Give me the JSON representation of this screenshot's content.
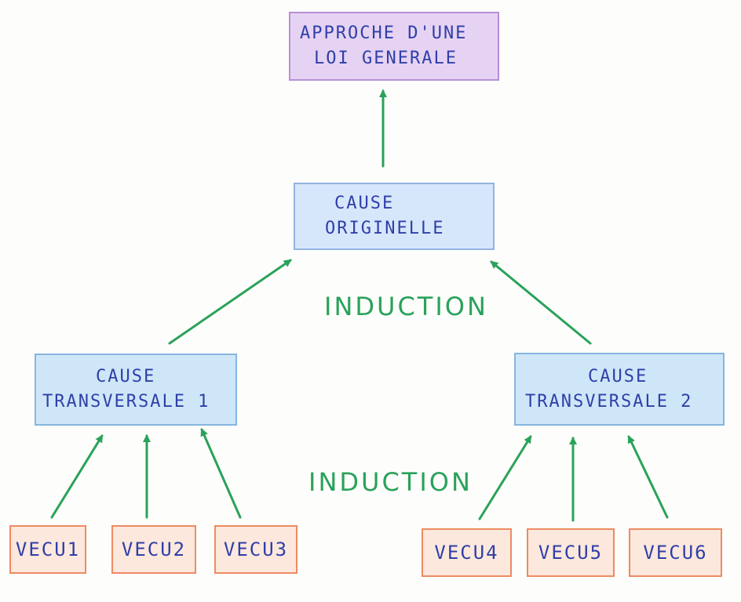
{
  "colors": {
    "arrow": "#2aa25a",
    "text": "#2f3fa8",
    "top_fill": "#e6d3f3",
    "mid_fill": "#d7e7fb",
    "cause_fill": "#cfe6f8",
    "leaf_fill": "#fde8dd",
    "leaf_border": "#ef8a62"
  },
  "nodes": {
    "top": {
      "line1": "APPROCHE D'UNE",
      "line2": "LOI GENERALE"
    },
    "origin": {
      "line1": "CAUSE",
      "line2": "ORIGINELLE"
    },
    "cause1": {
      "line1": "CAUSE",
      "line2": "TRANSVERSALE 1"
    },
    "cause2": {
      "line1": "CAUSE",
      "line2": "TRANSVERSALE 2"
    },
    "vecus": [
      "VECU1",
      "VECU2",
      "VECU3",
      "VECU4",
      "VECU5",
      "VECU6"
    ]
  },
  "labels": {
    "induction_upper": "INDUCTION",
    "induction_lower": "INDUCTION"
  },
  "edges": [
    {
      "from": "origin",
      "to": "top"
    },
    {
      "from": "cause1",
      "to": "origin"
    },
    {
      "from": "cause2",
      "to": "origin"
    },
    {
      "from": "vecu1",
      "to": "cause1"
    },
    {
      "from": "vecu2",
      "to": "cause1"
    },
    {
      "from": "vecu3",
      "to": "cause1"
    },
    {
      "from": "vecu4",
      "to": "cause2"
    },
    {
      "from": "vecu5",
      "to": "cause2"
    },
    {
      "from": "vecu6",
      "to": "cause2"
    }
  ]
}
